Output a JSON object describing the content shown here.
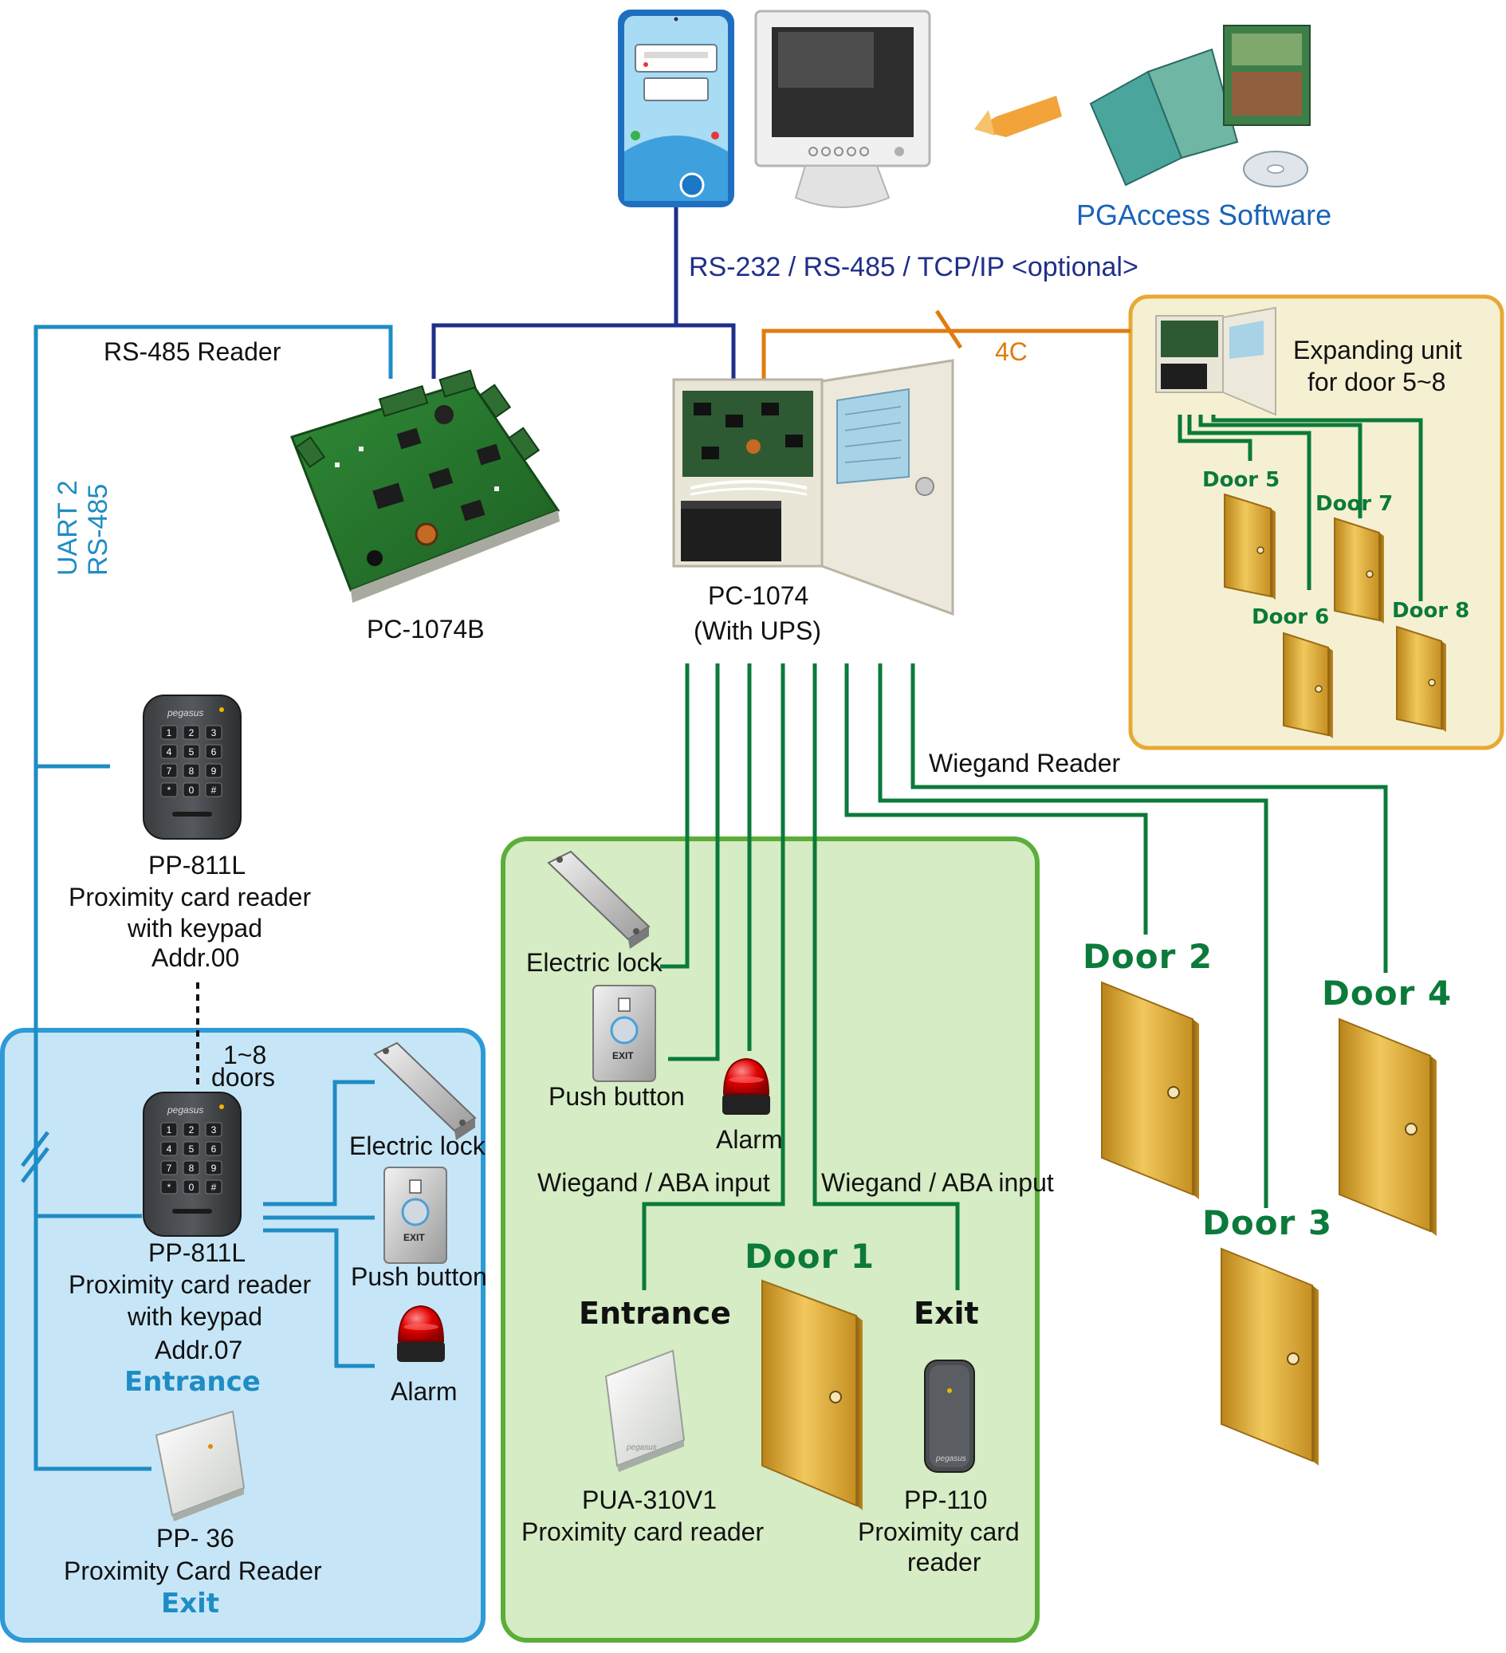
{
  "software": {
    "label": "PGAccess Software"
  },
  "comm_link": {
    "label": "RS-232 / RS-485 / TCP/IP <optional>"
  },
  "rs485_reader": {
    "label": "RS-485 Reader"
  },
  "uart": {
    "line1": "UART 2",
    "line2": "RS-485"
  },
  "four_c": {
    "label": "4C"
  },
  "controller_b": {
    "label": "PC-1074B"
  },
  "controller_main": {
    "line1": "PC-1074",
    "line2": "(With UPS)"
  },
  "expanding_unit": {
    "line1": "Expanding unit",
    "line2": "for door 5~8",
    "doors": [
      "Door 5",
      "Door 6",
      "Door 7",
      "Door 8"
    ]
  },
  "wiegand_reader": {
    "label": "Wiegand Reader"
  },
  "keypad_reader_00": {
    "line1": "PP-811L",
    "line2": "Proximity card reader",
    "line3": "with keypad",
    "line4": "Addr.00"
  },
  "range": {
    "line1": "1~8",
    "line2": "doors"
  },
  "keypad_reader_07": {
    "line1": "PP-811L",
    "line2": "Proximity card reader",
    "line3": "with keypad",
    "line4": "Addr.07",
    "role": "Entrance"
  },
  "exit_reader_36": {
    "line1": "PP- 36",
    "line2": "Proximity Card Reader",
    "role": "Exit"
  },
  "left_panel": {
    "electric_lock": "Electric lock",
    "push_button": "Push button",
    "alarm": "Alarm"
  },
  "door1_panel": {
    "electric_lock": "Electric lock",
    "push_button": "Push button",
    "alarm": "Alarm",
    "wiegand_left": "Wiegand / ABA input",
    "wiegand_right": "Wiegand / ABA input",
    "door_title": "Door 1",
    "entrance": "Entrance",
    "exit": "Exit",
    "entrance_reader_line1": "PUA-310V1",
    "entrance_reader_line2": "Proximity card reader",
    "exit_reader_line1": "PP-110",
    "exit_reader_line2": "Proximity card",
    "exit_reader_line3": "reader"
  },
  "doors": {
    "door2": "Door 2",
    "door3": "Door 3",
    "door4": "Door 4"
  },
  "keypad_keys": [
    "1",
    "2",
    "3",
    "4",
    "5",
    "6",
    "7",
    "8",
    "9",
    "*",
    "0",
    "#"
  ],
  "device_text": {
    "exit_plate": "EXIT",
    "brand": "pegasus"
  },
  "colors": {
    "pc_bus": "#1f2f8a",
    "rs485": "#1f8cc4",
    "wiegand": "#0b7a3a",
    "expansion": "#e07b10",
    "door_panel_fill": "#d5ecc4",
    "door_panel_border": "#5cae3a",
    "left_panel_fill": "#c6e6f8",
    "left_panel_border": "#2e9ad6",
    "expand_fill": "#f6f0d3",
    "expand_border": "#e7a934",
    "door_wood": "#d9a437"
  }
}
